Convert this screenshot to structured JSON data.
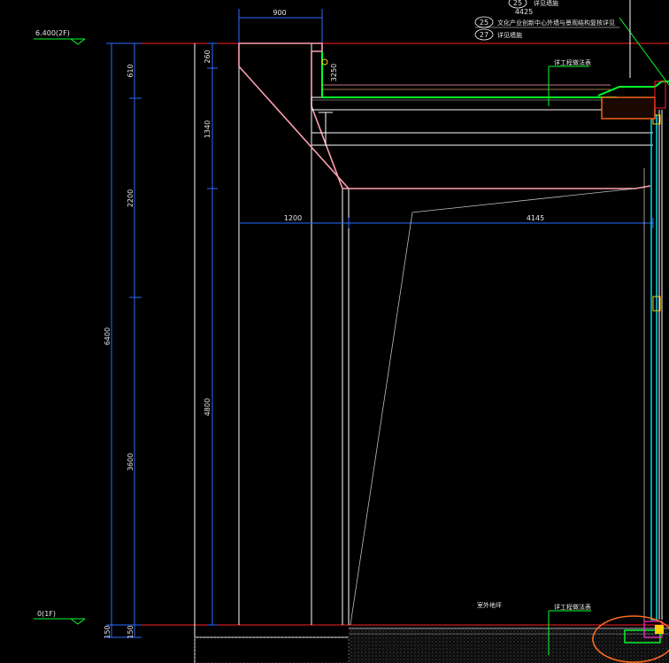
{
  "levels": {
    "top": "6.400(2F)",
    "bottom": "0(1F)"
  },
  "dimensions": {
    "top_width": "900",
    "top_width_upper": "4425",
    "span_left": "1200",
    "span_right": "4145",
    "left_outer": [
      "610",
      "2200",
      "3600",
      "150"
    ],
    "left_total": "6400",
    "left_inner_bottom": "150",
    "middle": [
      "260",
      "1340",
      "4800"
    ],
    "parapet": "3250"
  },
  "callouts": [
    {
      "num": "25",
      "text": "详见墙施"
    },
    {
      "num": "25",
      "text": "文化产业创新中心外墙与景观结构复核详见"
    },
    {
      "num": "27",
      "text": "详见墙施"
    }
  ],
  "notes": {
    "roof_ref": "详工程做法表",
    "ground_ref": "详工程做法表",
    "ground_label": "室外地坪"
  },
  "colors": {
    "background": "#000000",
    "dimension": "#2e6bff",
    "outline": "#ffffff",
    "slab_green": "#00ff2a",
    "profile_pink": "#ff9fb0",
    "glazing_cyan": "#00e6ff",
    "level_red": "#ff2020",
    "highlight_orange": "#ff6a20"
  }
}
